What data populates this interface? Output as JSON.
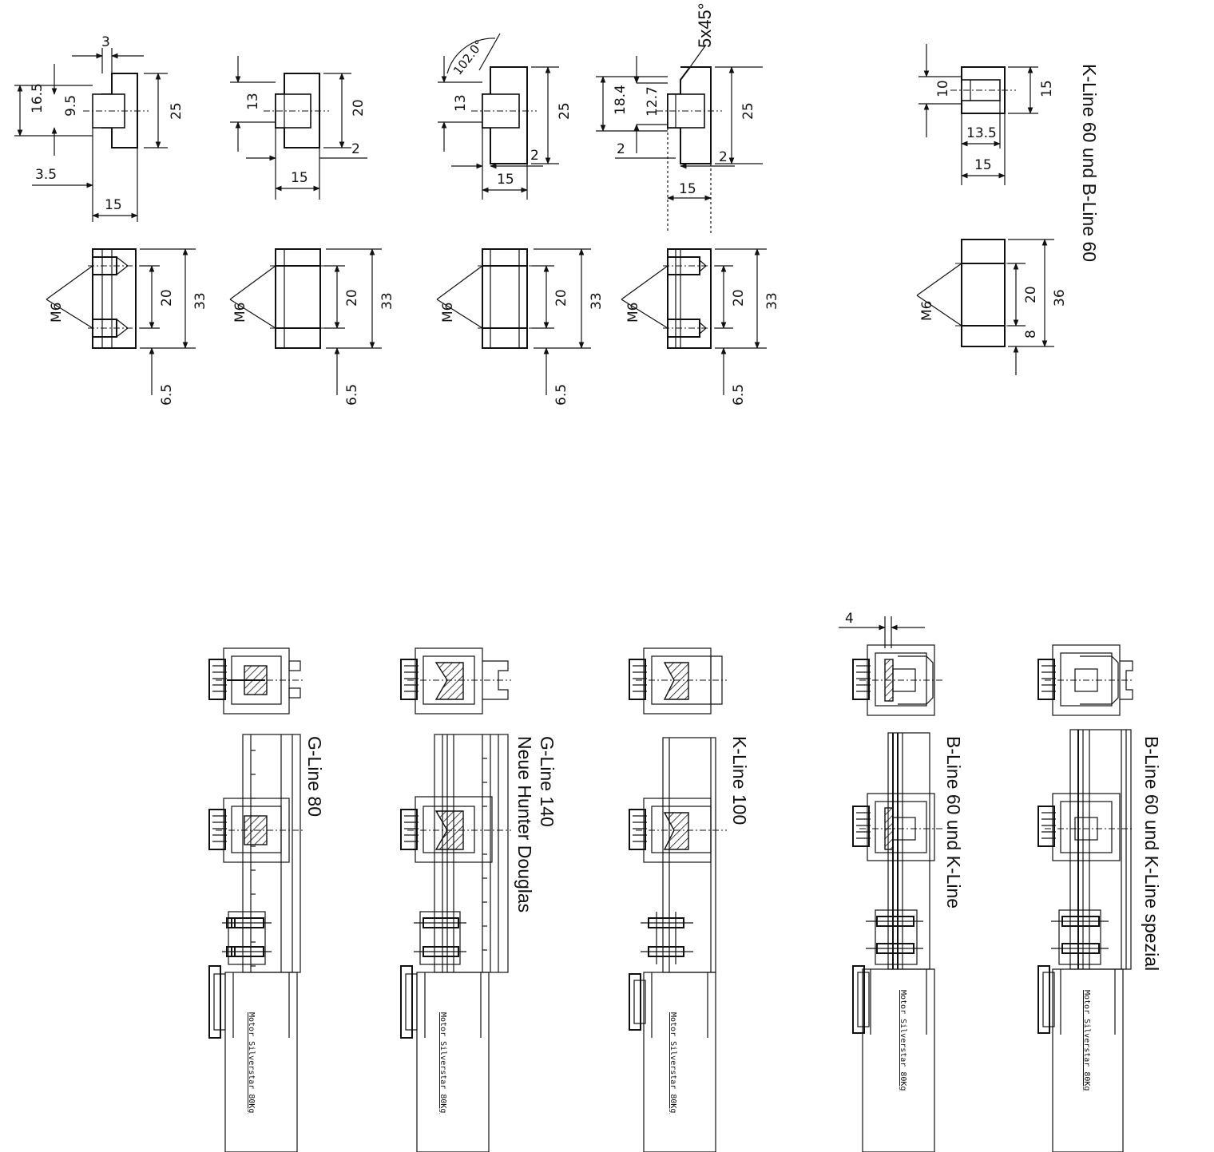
{
  "top_profiles": [
    {
      "id": "p1",
      "dims": [
        "3",
        "16.5",
        "9.5",
        "25",
        "3.5",
        "15"
      ],
      "bolt": "M6",
      "holes": [
        "20",
        "33",
        "6.5"
      ]
    },
    {
      "id": "p2",
      "dims": [
        "13",
        "20",
        "2",
        "15"
      ],
      "bolt": "M6",
      "holes": [
        "20",
        "33",
        "6.5"
      ]
    },
    {
      "id": "p3",
      "dims": [
        "102.0°",
        "13",
        "25",
        "2",
        "15"
      ],
      "bolt": "M6",
      "holes": [
        "20",
        "33",
        "6.5"
      ]
    },
    {
      "id": "p4",
      "dims": [
        "5x45°",
        "18.4",
        "12.7",
        "25",
        "2",
        "2",
        "15"
      ],
      "bolt": "M6",
      "holes": [
        "20",
        "33",
        "6.5"
      ]
    },
    {
      "id": "p5",
      "dims": [
        "10",
        "15",
        "13.5",
        "15"
      ],
      "bolt": "M6",
      "holes": [
        "20",
        "36",
        "8"
      ],
      "label": "K-Line 60 und B-Line 60"
    }
  ],
  "bottom_assemblies": [
    {
      "id": "a1",
      "label_lines": [
        "G-Line 80"
      ],
      "motor": "Motor Silverstar 80Kg"
    },
    {
      "id": "a2",
      "label_lines": [
        "G-Line 140",
        "Neue Hunter Douglas"
      ],
      "motor": "Motor Silverstar 80Kg"
    },
    {
      "id": "a3",
      "label_lines": [
        "K-Line 100"
      ],
      "motor": "Motor Silverstar 80Kg"
    },
    {
      "id": "a4",
      "label_lines": [
        "B-Line 60 und K-Line"
      ],
      "motor": "Motor Silverstar 80Kg",
      "dim": "4"
    },
    {
      "id": "a5",
      "label_lines": [
        "B-Line 60 und K-Line spezial"
      ],
      "motor": "Motor Silverstar 80Kg"
    }
  ]
}
